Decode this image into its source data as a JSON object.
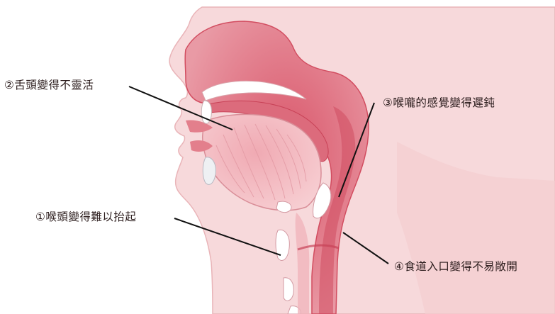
{
  "labels": {
    "tongue": "②舌頭變得不靈活",
    "throat": "③喉嚨的感覺變得遲鈍",
    "larynx": "①喉頭變得難以抬起",
    "esophagus": "④食道入口變得不易敞開"
  },
  "colors": {
    "skin": "#f7d9db",
    "skin_outline": "#e9b4b8",
    "cavity": "#e38f9a",
    "cavity_dark": "#cf4d60",
    "tongue": "#f2bac0",
    "cartilage": "#ffffff",
    "leader": "#111111"
  }
}
